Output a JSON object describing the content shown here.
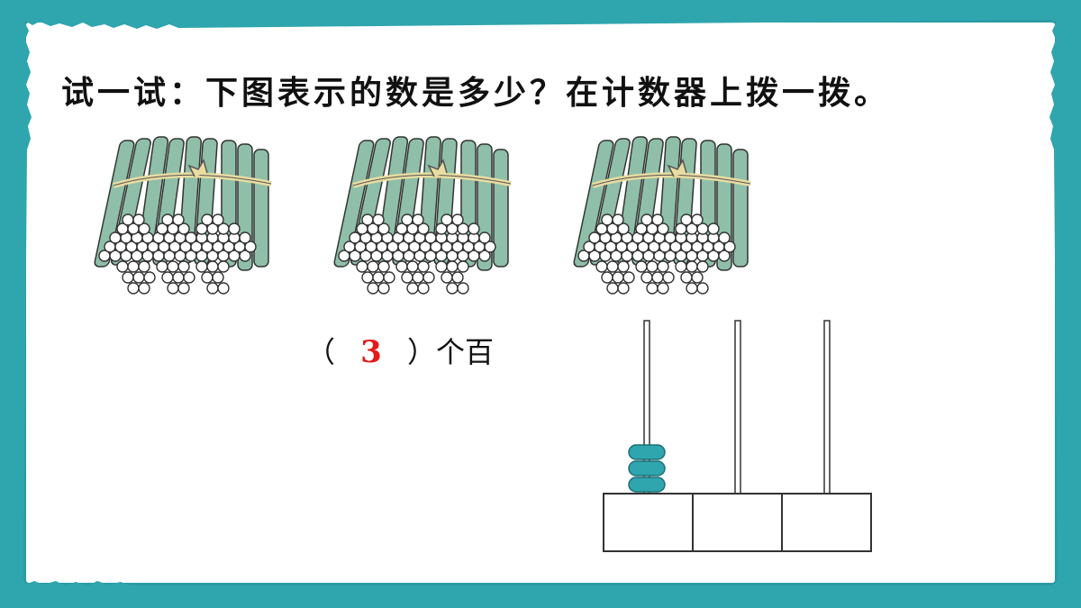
{
  "title": "试一试：下图表示的数是多少？在计数器上拨一拨。",
  "answer": {
    "open_paren": "（",
    "value": "3",
    "close_paren": "）",
    "unit": "个百"
  },
  "bundles": {
    "count": 3
  },
  "abacus": {
    "beads_on_rods": [
      3,
      0,
      0
    ],
    "bead_color": "#2fa5ae"
  },
  "colors": {
    "background": "#2fa5ae",
    "stick": "#8fbfa8",
    "answer_value": "#e21b1b"
  }
}
